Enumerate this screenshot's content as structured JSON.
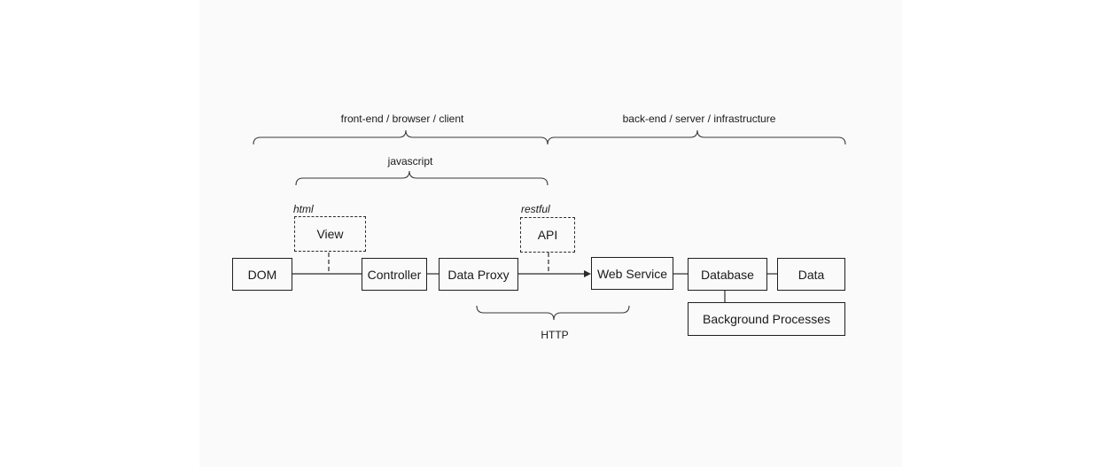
{
  "groups": {
    "frontend": "front-end / browser / client",
    "backend": "back-end / server / infrastructure",
    "javascript": "javascript",
    "http": "HTTP"
  },
  "annotations": {
    "html": "html",
    "restful": "restful"
  },
  "nodes": {
    "dom": "DOM",
    "view": "View",
    "controller": "Controller",
    "data_proxy": "Data Proxy",
    "api": "API",
    "web_service": "Web Service",
    "database": "Database",
    "data": "Data",
    "background_processes": "Background Processes"
  }
}
